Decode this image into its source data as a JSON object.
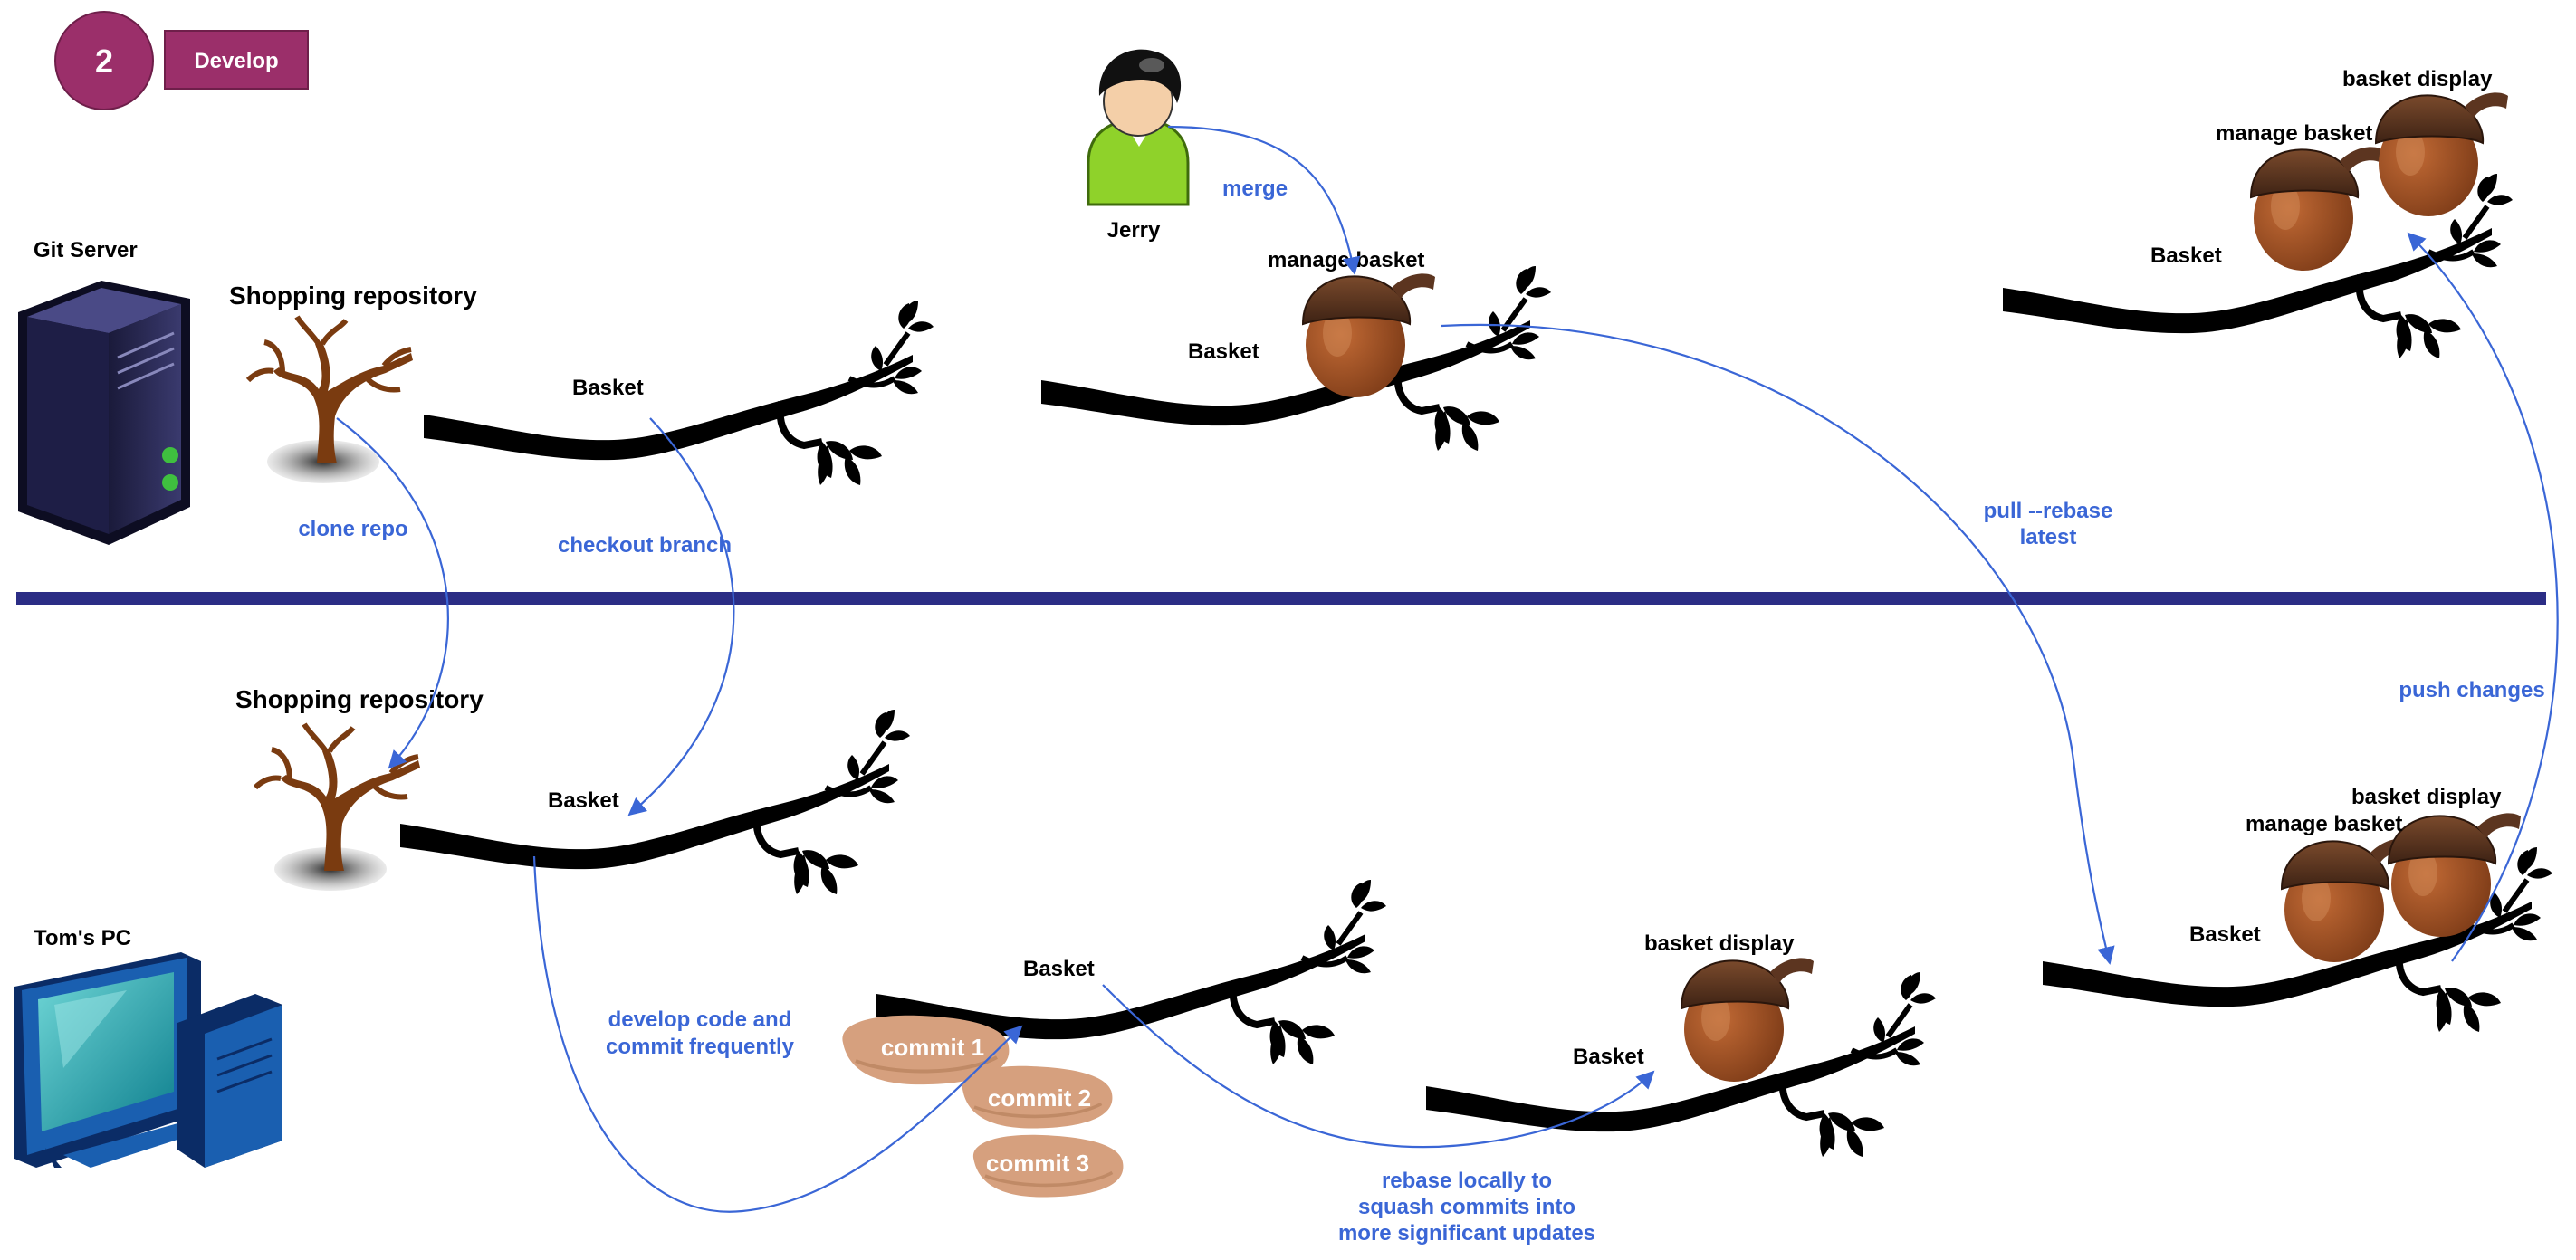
{
  "step": {
    "number": "2",
    "label": "Develop"
  },
  "git_server": {
    "title": "Git Server",
    "repo_title": "Shopping repository",
    "basket_label_1": "Basket",
    "jerry": {
      "name": "Jerry",
      "merge_label": "merge",
      "basket_label": "Basket",
      "acorn_label": "manage basket"
    },
    "final": {
      "basket_label": "Basket",
      "acorn_1_label": "manage basket",
      "acorn_2_label": "basket display"
    }
  },
  "toms_pc": {
    "title": "Tom's PC",
    "repo_title": "Shopping repository",
    "basket_label": "Basket",
    "commits_basket_label": "Basket",
    "commits": [
      "commit 1",
      "commit 2",
      "commit 3"
    ],
    "display_basket_label": "Basket",
    "display_acorn_label": "basket display",
    "rebased": {
      "basket_label": "Basket",
      "acorn_1_label": "manage  basket",
      "acorn_2_label": "basket display"
    }
  },
  "flows": {
    "clone_repo": "clone repo",
    "checkout_branch": "checkout branch",
    "develop_code": [
      "develop code and",
      "commit frequently"
    ],
    "rebase_locally": [
      "rebase locally to",
      "squash commits into",
      "more significant updates"
    ],
    "pull_rebase": [
      "pull --rebase",
      "latest"
    ],
    "push_changes": "push changes"
  },
  "colors": {
    "step_fill": "#9b2f6a",
    "divider": "#2b2d85",
    "flow": "#3a66d6",
    "acorn": "#a0552a",
    "acorn_cap": "#5c3520",
    "nut": "#d6a07e",
    "tree": "#7a3b10"
  },
  "icons": [
    "server-icon",
    "tree-icon",
    "branch-icon",
    "acorn-icon",
    "nut-icon",
    "person-icon",
    "computer-icon"
  ]
}
